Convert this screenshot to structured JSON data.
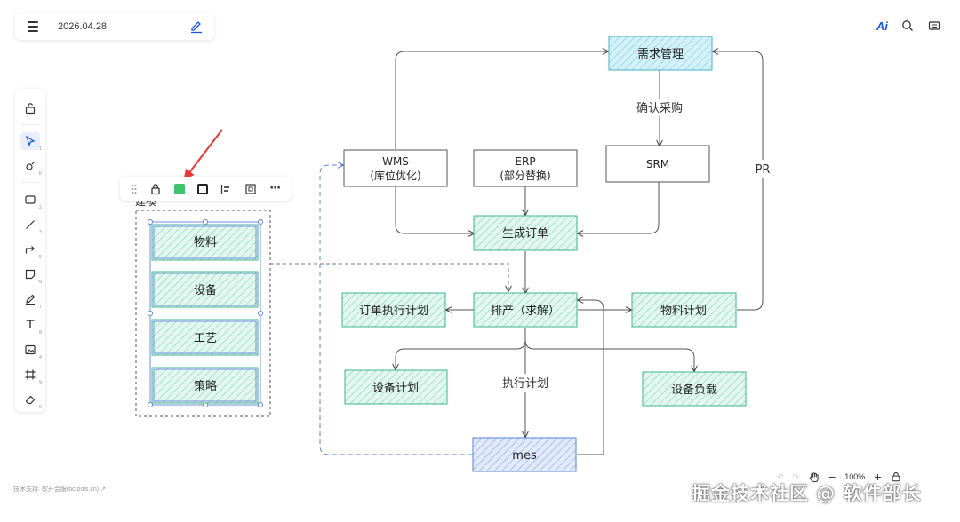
{
  "topbar": {
    "date": "2026.04.28"
  },
  "rightbar": {
    "ai_label": "Ai"
  },
  "floatbar": {
    "more_label": "···",
    "accent_color": "#3ec46d"
  },
  "group_label": "建模",
  "group_items": [
    "物料",
    "设备",
    "工艺",
    "策略"
  ],
  "nodes": {
    "demand": "需求管理",
    "confirm": "确认采购",
    "wms_1": "WMS",
    "wms_2": "(库位优化)",
    "erp_1": "ERP",
    "erp_2": "(部分替换)",
    "srm": "SRM",
    "pr": "PR",
    "gen_order": "生成订单",
    "schedule": "排产（求解）",
    "order_plan": "订单执行计划",
    "material_plan": "物料计划",
    "equip_plan": "设备计划",
    "equip_load": "设备负载",
    "exec_plan": "执行计划",
    "mes": "mes"
  },
  "footer": {
    "support": "技术支持: 软开会服(bctools.cn) ↗",
    "zoom": "100%",
    "watermark": "掘金技术社区 @ 软件部长"
  },
  "colors": {
    "teal_fill": "#d5f3ea",
    "teal_stroke": "#3fb48f",
    "cyan_fill": "#c9eef6",
    "blue_fill": "#d7e3fb",
    "blue_stroke": "#5b82d6",
    "arrow_red": "#e53935"
  }
}
